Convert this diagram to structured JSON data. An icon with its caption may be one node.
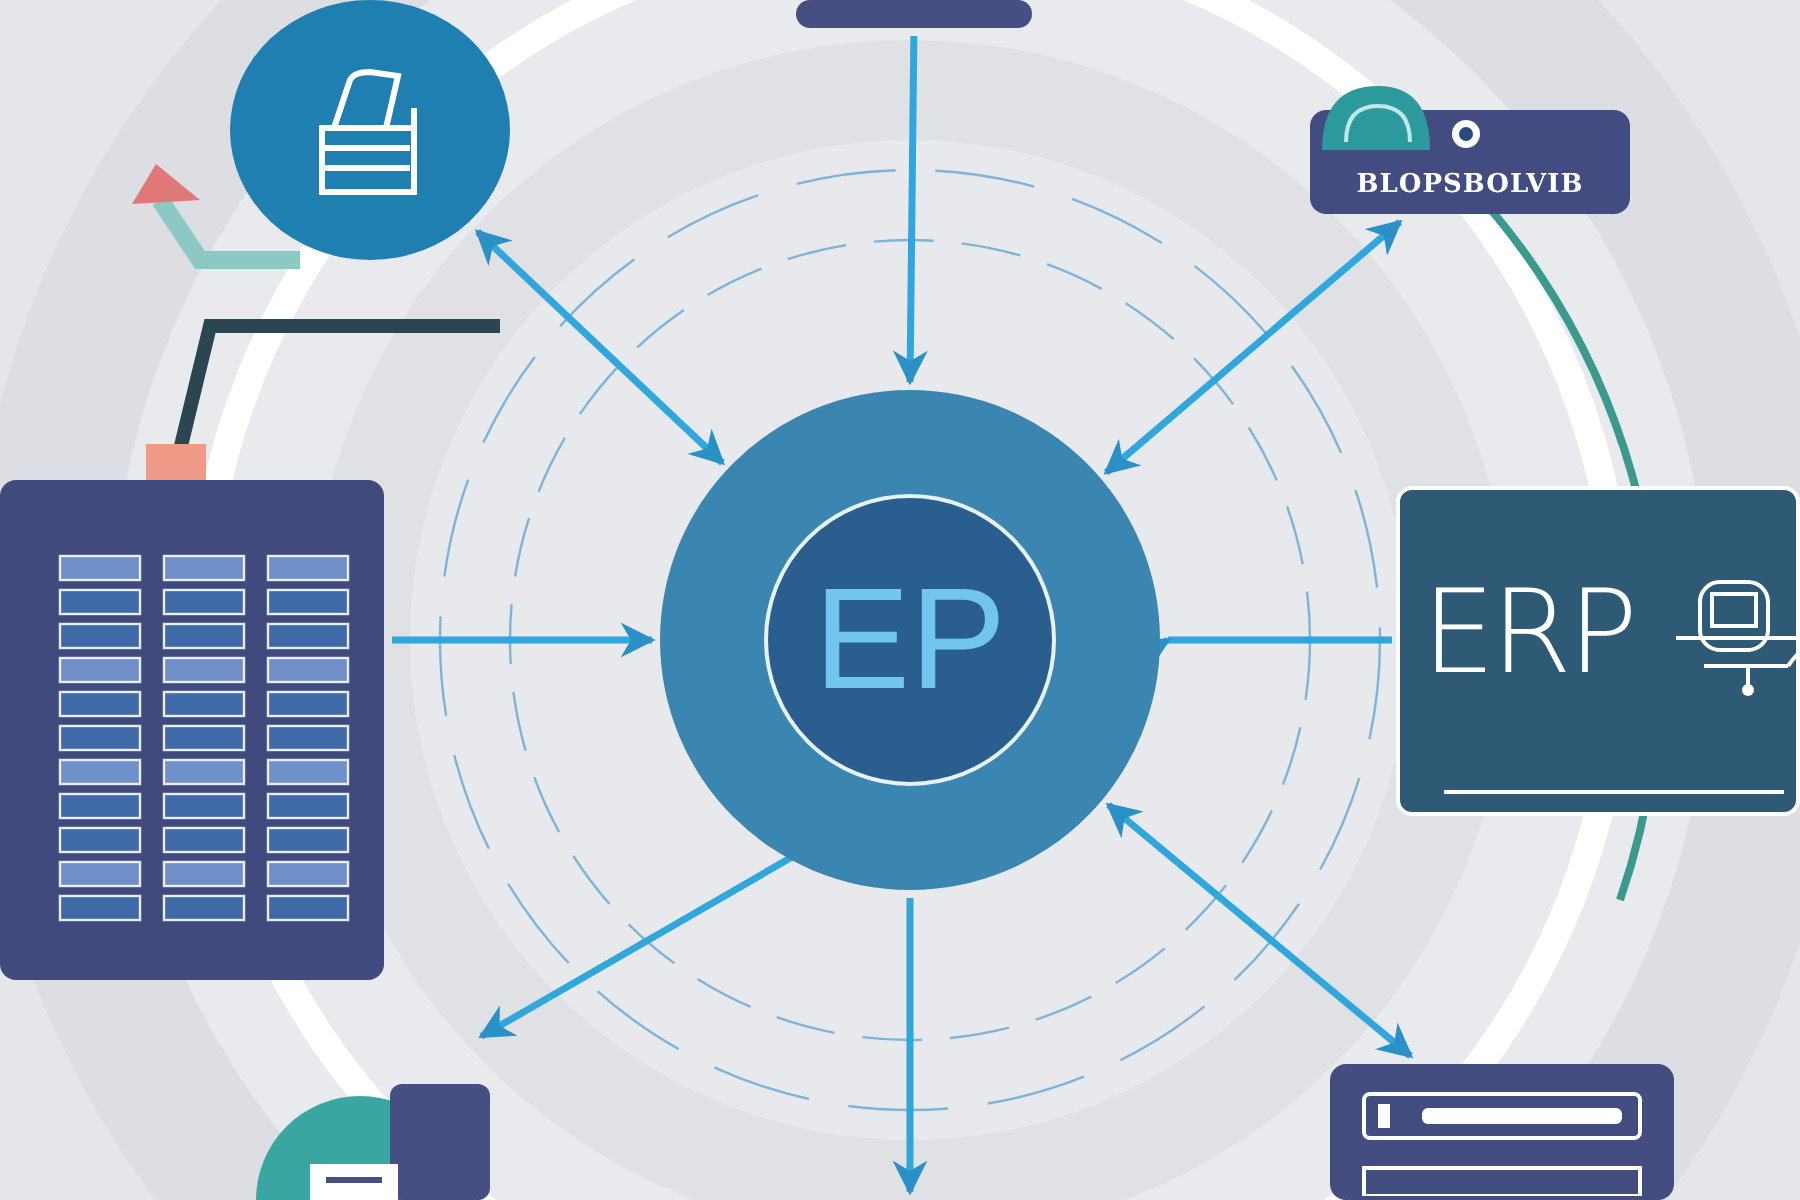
{
  "diagram": {
    "nodes": [
      {
        "text": [
          "EP"
        ]
      },
      {
        "text": [],
        "shape": "circle"
      },
      {
        "text": [],
        "shape": "box"
      },
      {
        "text": [
          "BLOPSBOLVIB"
        ]
      },
      {
        "text": [],
        "shape": "box"
      },
      {
        "text": [
          "ERP"
        ]
      },
      {
        "text": [],
        "shape": "circle"
      },
      {
        "text": [],
        "shape": "box"
      }
    ],
    "edges": [
      {
        "from": 2,
        "to": 0,
        "arrow": "to"
      },
      {
        "from": 0,
        "to": 1,
        "arrow": "both"
      },
      {
        "from": 0,
        "to": 3,
        "arrow": "both"
      },
      {
        "from": 4,
        "to": 0,
        "arrow": "to"
      },
      {
        "from": 0,
        "to": 5,
        "arrow": "none"
      },
      {
        "from": 0,
        "to": 6,
        "arrow": "both"
      },
      {
        "from": 0,
        "to": null,
        "arrow": "to"
      },
      {
        "from": 0,
        "to": 7,
        "arrow": "both"
      }
    ]
  }
}
